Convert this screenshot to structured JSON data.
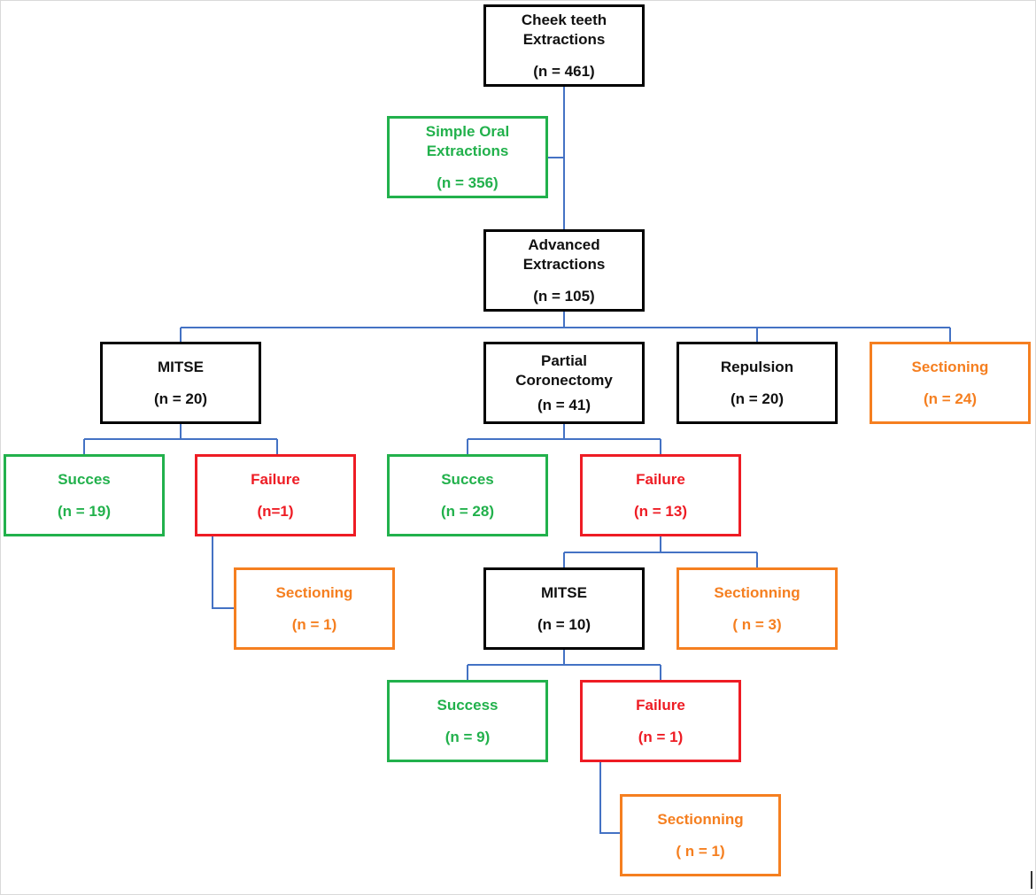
{
  "colors": {
    "black": "#000000",
    "green": "#22b14c",
    "red": "#ee1c24",
    "orange": "#f57f20",
    "connector": "#4472c4"
  },
  "nodes": {
    "cheek_teeth": {
      "line1": "Cheek teeth",
      "line2": "Extractions",
      "count": "(n = 461)"
    },
    "simple_oral": {
      "line1": "Simple Oral",
      "line2": "Extractions",
      "count": "(n = 356)"
    },
    "advanced": {
      "line1": "Advanced",
      "line2": "Extractions",
      "count": "(n = 105)"
    },
    "mitse_1": {
      "label": "MITSE",
      "count": "(n = 20)"
    },
    "partial_coronectomy": {
      "line1": "Partial",
      "line2": "Coronectomy",
      "count": "(n = 41)"
    },
    "repulsion": {
      "label": "Repulsion",
      "count": "(n = 20)"
    },
    "sectioning_top": {
      "label": "Sectioning",
      "count": "(n = 24)"
    },
    "succes_1": {
      "label": "Succes",
      "count": "(n = 19)"
    },
    "failure_1": {
      "label": "Failure",
      "count": "(n=1)"
    },
    "succes_2": {
      "label": "Succes",
      "count": "(n = 28)"
    },
    "failure_2": {
      "label": "Failure",
      "count": "(n = 13)"
    },
    "sectioning_mid": {
      "label": "Sectioning",
      "count": "(n = 1)"
    },
    "mitse_2": {
      "label": "MITSE",
      "count": "(n = 10)"
    },
    "sectionning_mid": {
      "label": "Sectionning",
      "count": "( n = 3)"
    },
    "success_3": {
      "label": "Success",
      "count": "(n = 9)"
    },
    "failure_3": {
      "label": "Failure",
      "count": "(n = 1)"
    },
    "sectionning_bottom": {
      "label": "Sectionning",
      "count": "( n = 1)"
    }
  }
}
